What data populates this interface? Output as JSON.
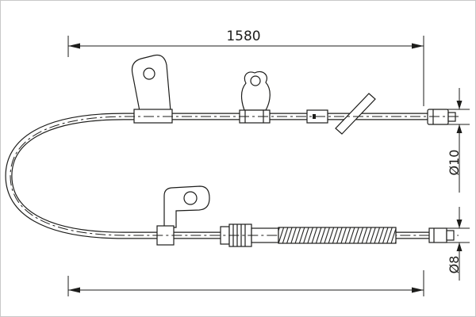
{
  "diagram": {
    "type": "technical-drawing-parking-brake-cable",
    "labels": {
      "overall_length": "1580",
      "diameter_upper": "Ø10",
      "diameter_lower": "Ø8"
    },
    "colors": {
      "line": "#1d1d1b",
      "background": "#ffffff",
      "border": "#c8c8c8"
    }
  }
}
